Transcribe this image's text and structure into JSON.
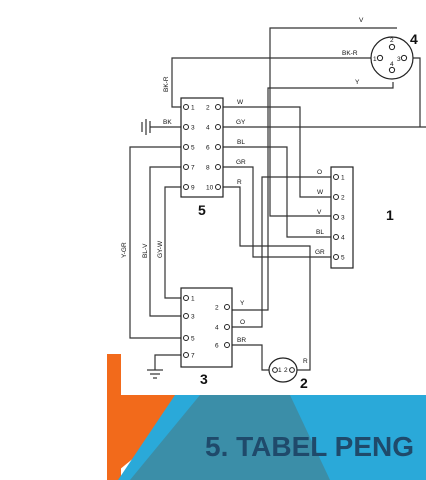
{
  "diagram": {
    "block_labels": {
      "b1": "1",
      "b2": "2",
      "b3": "3",
      "b4": "4",
      "b5": "5"
    },
    "block5_pins": [
      "1",
      "2",
      "3",
      "4",
      "5",
      "6",
      "7",
      "8",
      "9",
      "10"
    ],
    "block1_pins": [
      "1",
      "2",
      "3",
      "4",
      "5"
    ],
    "block3_pins": [
      "1",
      "2",
      "3",
      "4",
      "5",
      "6",
      "7"
    ],
    "block4_pins": {
      "p1": "1",
      "p2": "2",
      "p3": "3",
      "p4": "4"
    },
    "block2_pins": {
      "p1": "1",
      "p2": "2"
    },
    "wire_labels": {
      "V": "V",
      "BK_R_top": "BK-R",
      "Y_top": "Y",
      "BK_R_side": "BK-R",
      "BK": "BK",
      "W": "W",
      "GY": "GY",
      "BL": "BL",
      "GR": "GR",
      "R": "R",
      "O": "O",
      "W1": "W",
      "V1": "V",
      "BL1": "BL",
      "GR1": "GR",
      "Y_GR": "Y-GR",
      "BL_V": "BL-V",
      "GY_W": "GY-W",
      "Y3": "Y",
      "O3": "O",
      "BR": "BR",
      "R2": "R"
    }
  },
  "banner": {
    "title": "5. TABEL PENG",
    "colors": {
      "orange": "#f26a1b",
      "blue": "#2aa9d9",
      "teal": "#3b8ea8",
      "dark_blue": "#1f4a6b"
    }
  }
}
